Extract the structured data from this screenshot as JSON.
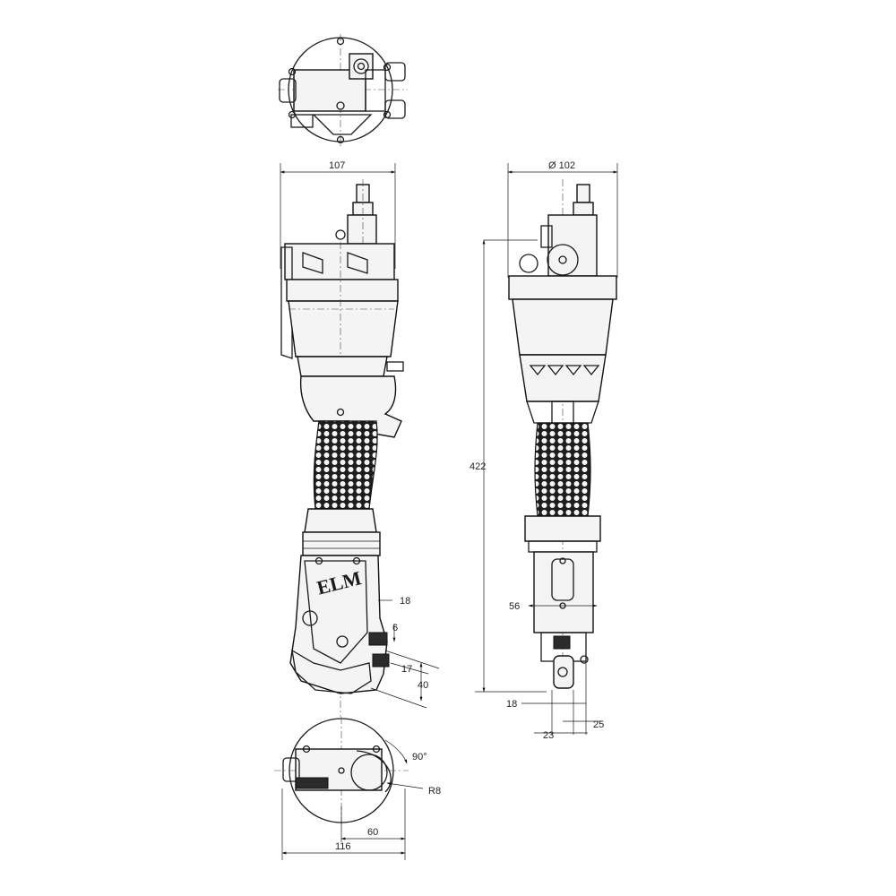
{
  "dimensions": {
    "side_width": "107",
    "front_diameter": "Ø 102",
    "overall_length": "422",
    "side_18": "18",
    "side_6": "6",
    "side_17": "17",
    "side_40": "40",
    "front_56": "56",
    "front_18": "18",
    "front_25": "25",
    "front_23": "23",
    "bottom_angle": "90°",
    "bottom_radius": "R8",
    "bottom_60": "60",
    "bottom_116": "116"
  },
  "logo_text": "ELM"
}
